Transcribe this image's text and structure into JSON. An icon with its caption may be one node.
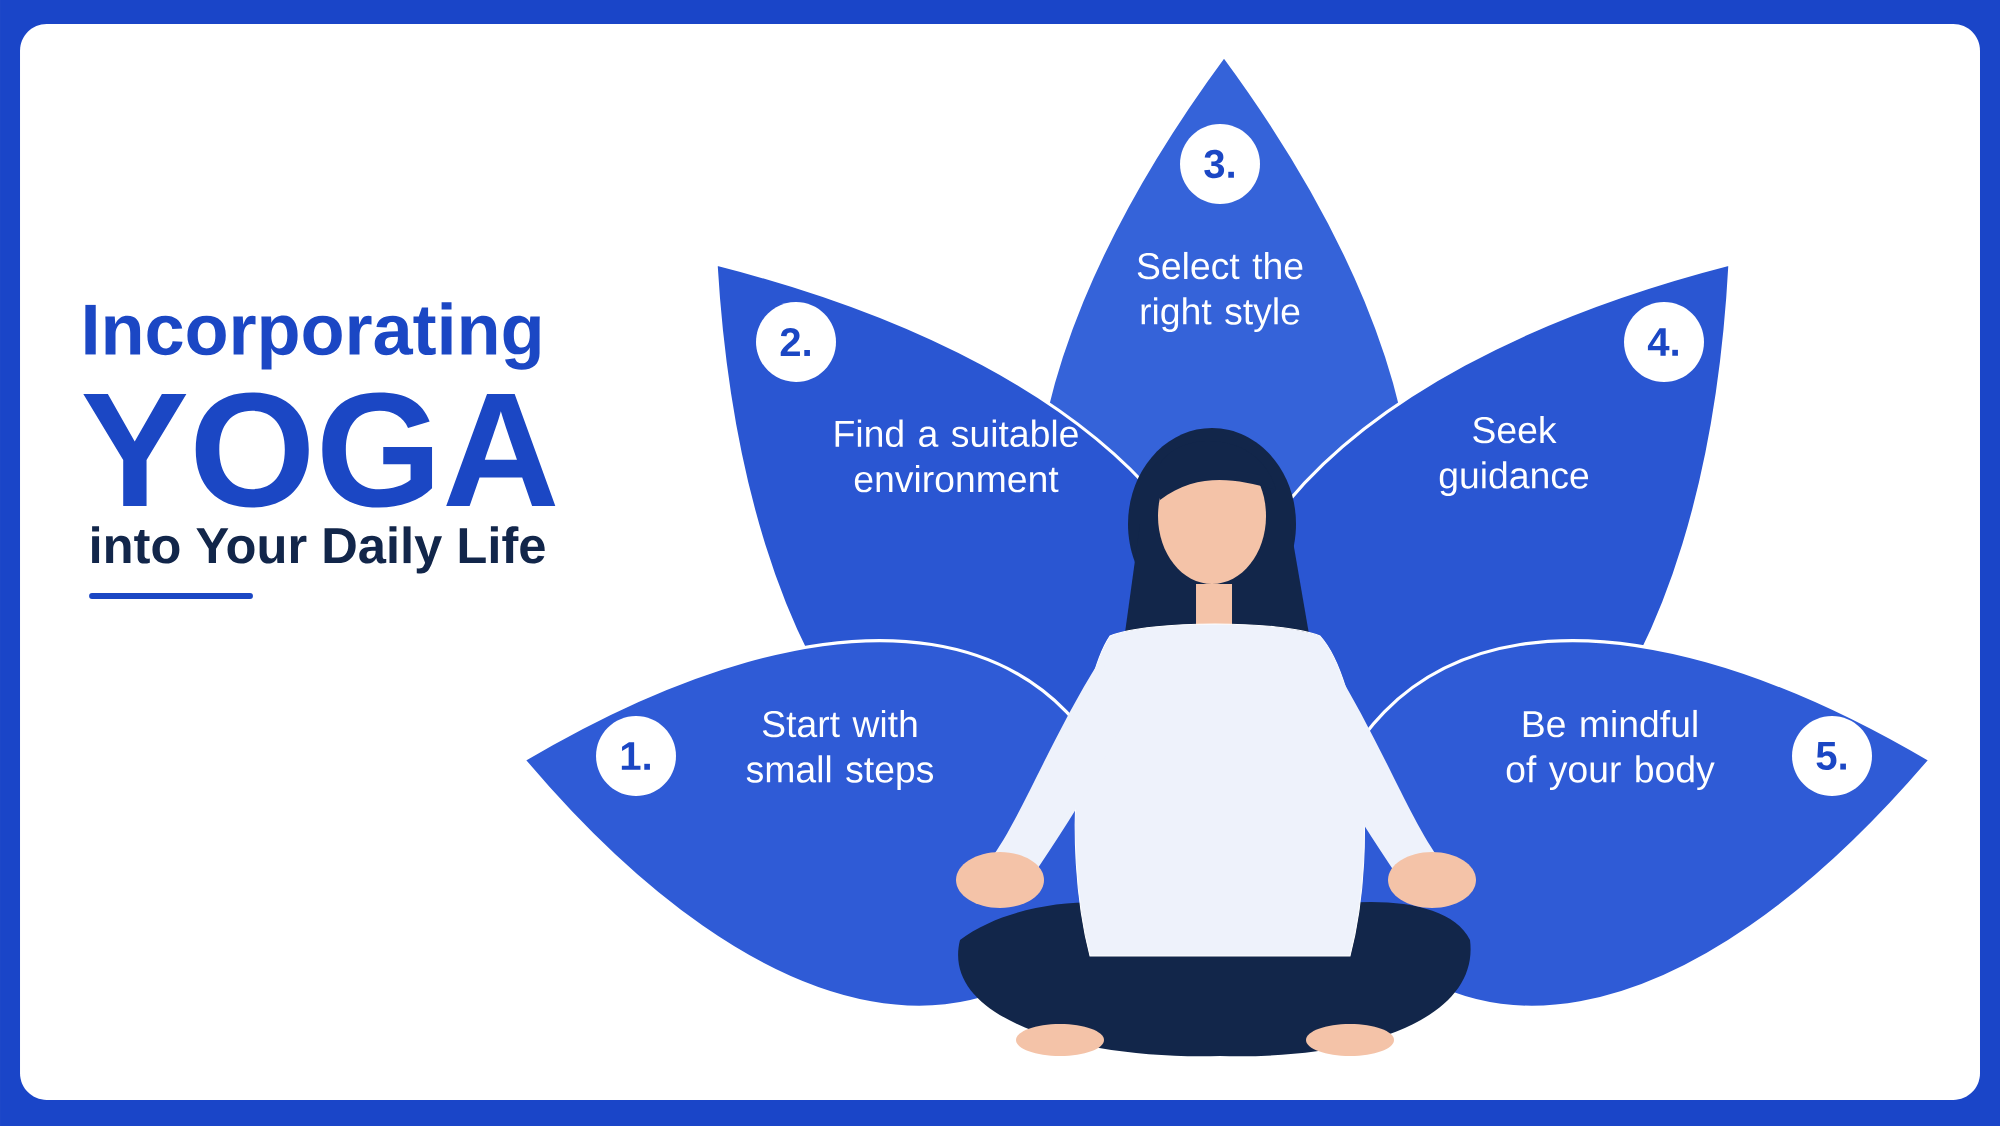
{
  "diagram": {
    "nodes": [
      {
        "text": [
          "1.",
          "Start with small steps"
        ]
      },
      {
        "text": [
          "2.",
          "Find a suitable environment"
        ]
      },
      {
        "text": [
          "3.",
          "Select the right style"
        ]
      },
      {
        "text": [
          "4.",
          "Seek guidance"
        ]
      },
      {
        "text": [
          "Be mindful of your body",
          "5."
        ]
      }
    ],
    "labels": [
      "Incorporating",
      "YOGA",
      "into Your Daily Life"
    ]
  }
}
